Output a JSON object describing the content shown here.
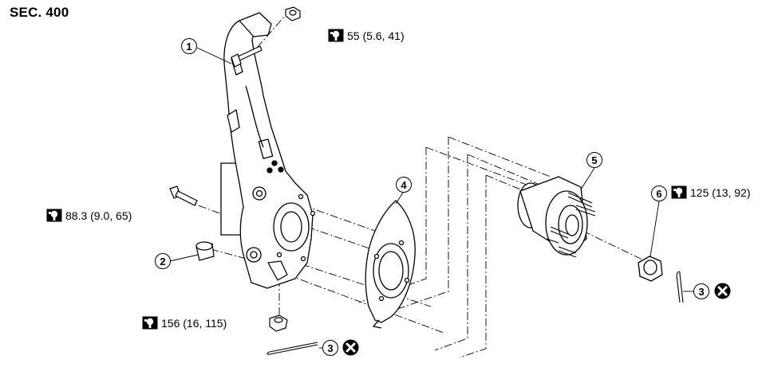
{
  "section_label": "SEC. 400",
  "callouts": {
    "knuckle": "1",
    "bushing": "2",
    "cotter_pin": "3",
    "baffle_plate": "4",
    "hub_bearing": "5",
    "hub_nut": "6"
  },
  "torques": {
    "upper_nut": "55 (5.6, 41)",
    "side_bolt": "88.3 (9.0, 65)",
    "lower_nut": "156 (16, 115)",
    "hub_nut": "125 (13, 92)"
  },
  "icons": {
    "torque": "torque-wrench-icon",
    "do_not_reuse": "do-not-reuse-icon"
  },
  "colors": {
    "line": "#000000",
    "background": "#ffffff"
  }
}
